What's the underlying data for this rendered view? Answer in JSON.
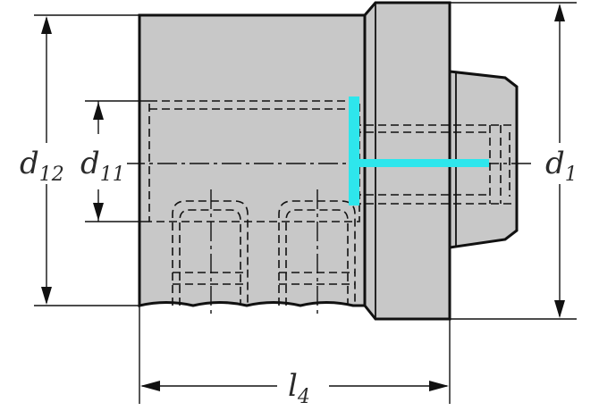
{
  "labels": {
    "d12": {
      "main": "d",
      "sub": "12"
    },
    "d11": {
      "main": "d",
      "sub": "11"
    },
    "d1": {
      "main": "d",
      "sub": "1"
    },
    "l4": {
      "main": "l",
      "sub": "4"
    }
  },
  "colors": {
    "body_fill": "#c8c8c8",
    "outline": "#111111",
    "coolant": "#2ee6ec",
    "background": "#ffffff"
  }
}
